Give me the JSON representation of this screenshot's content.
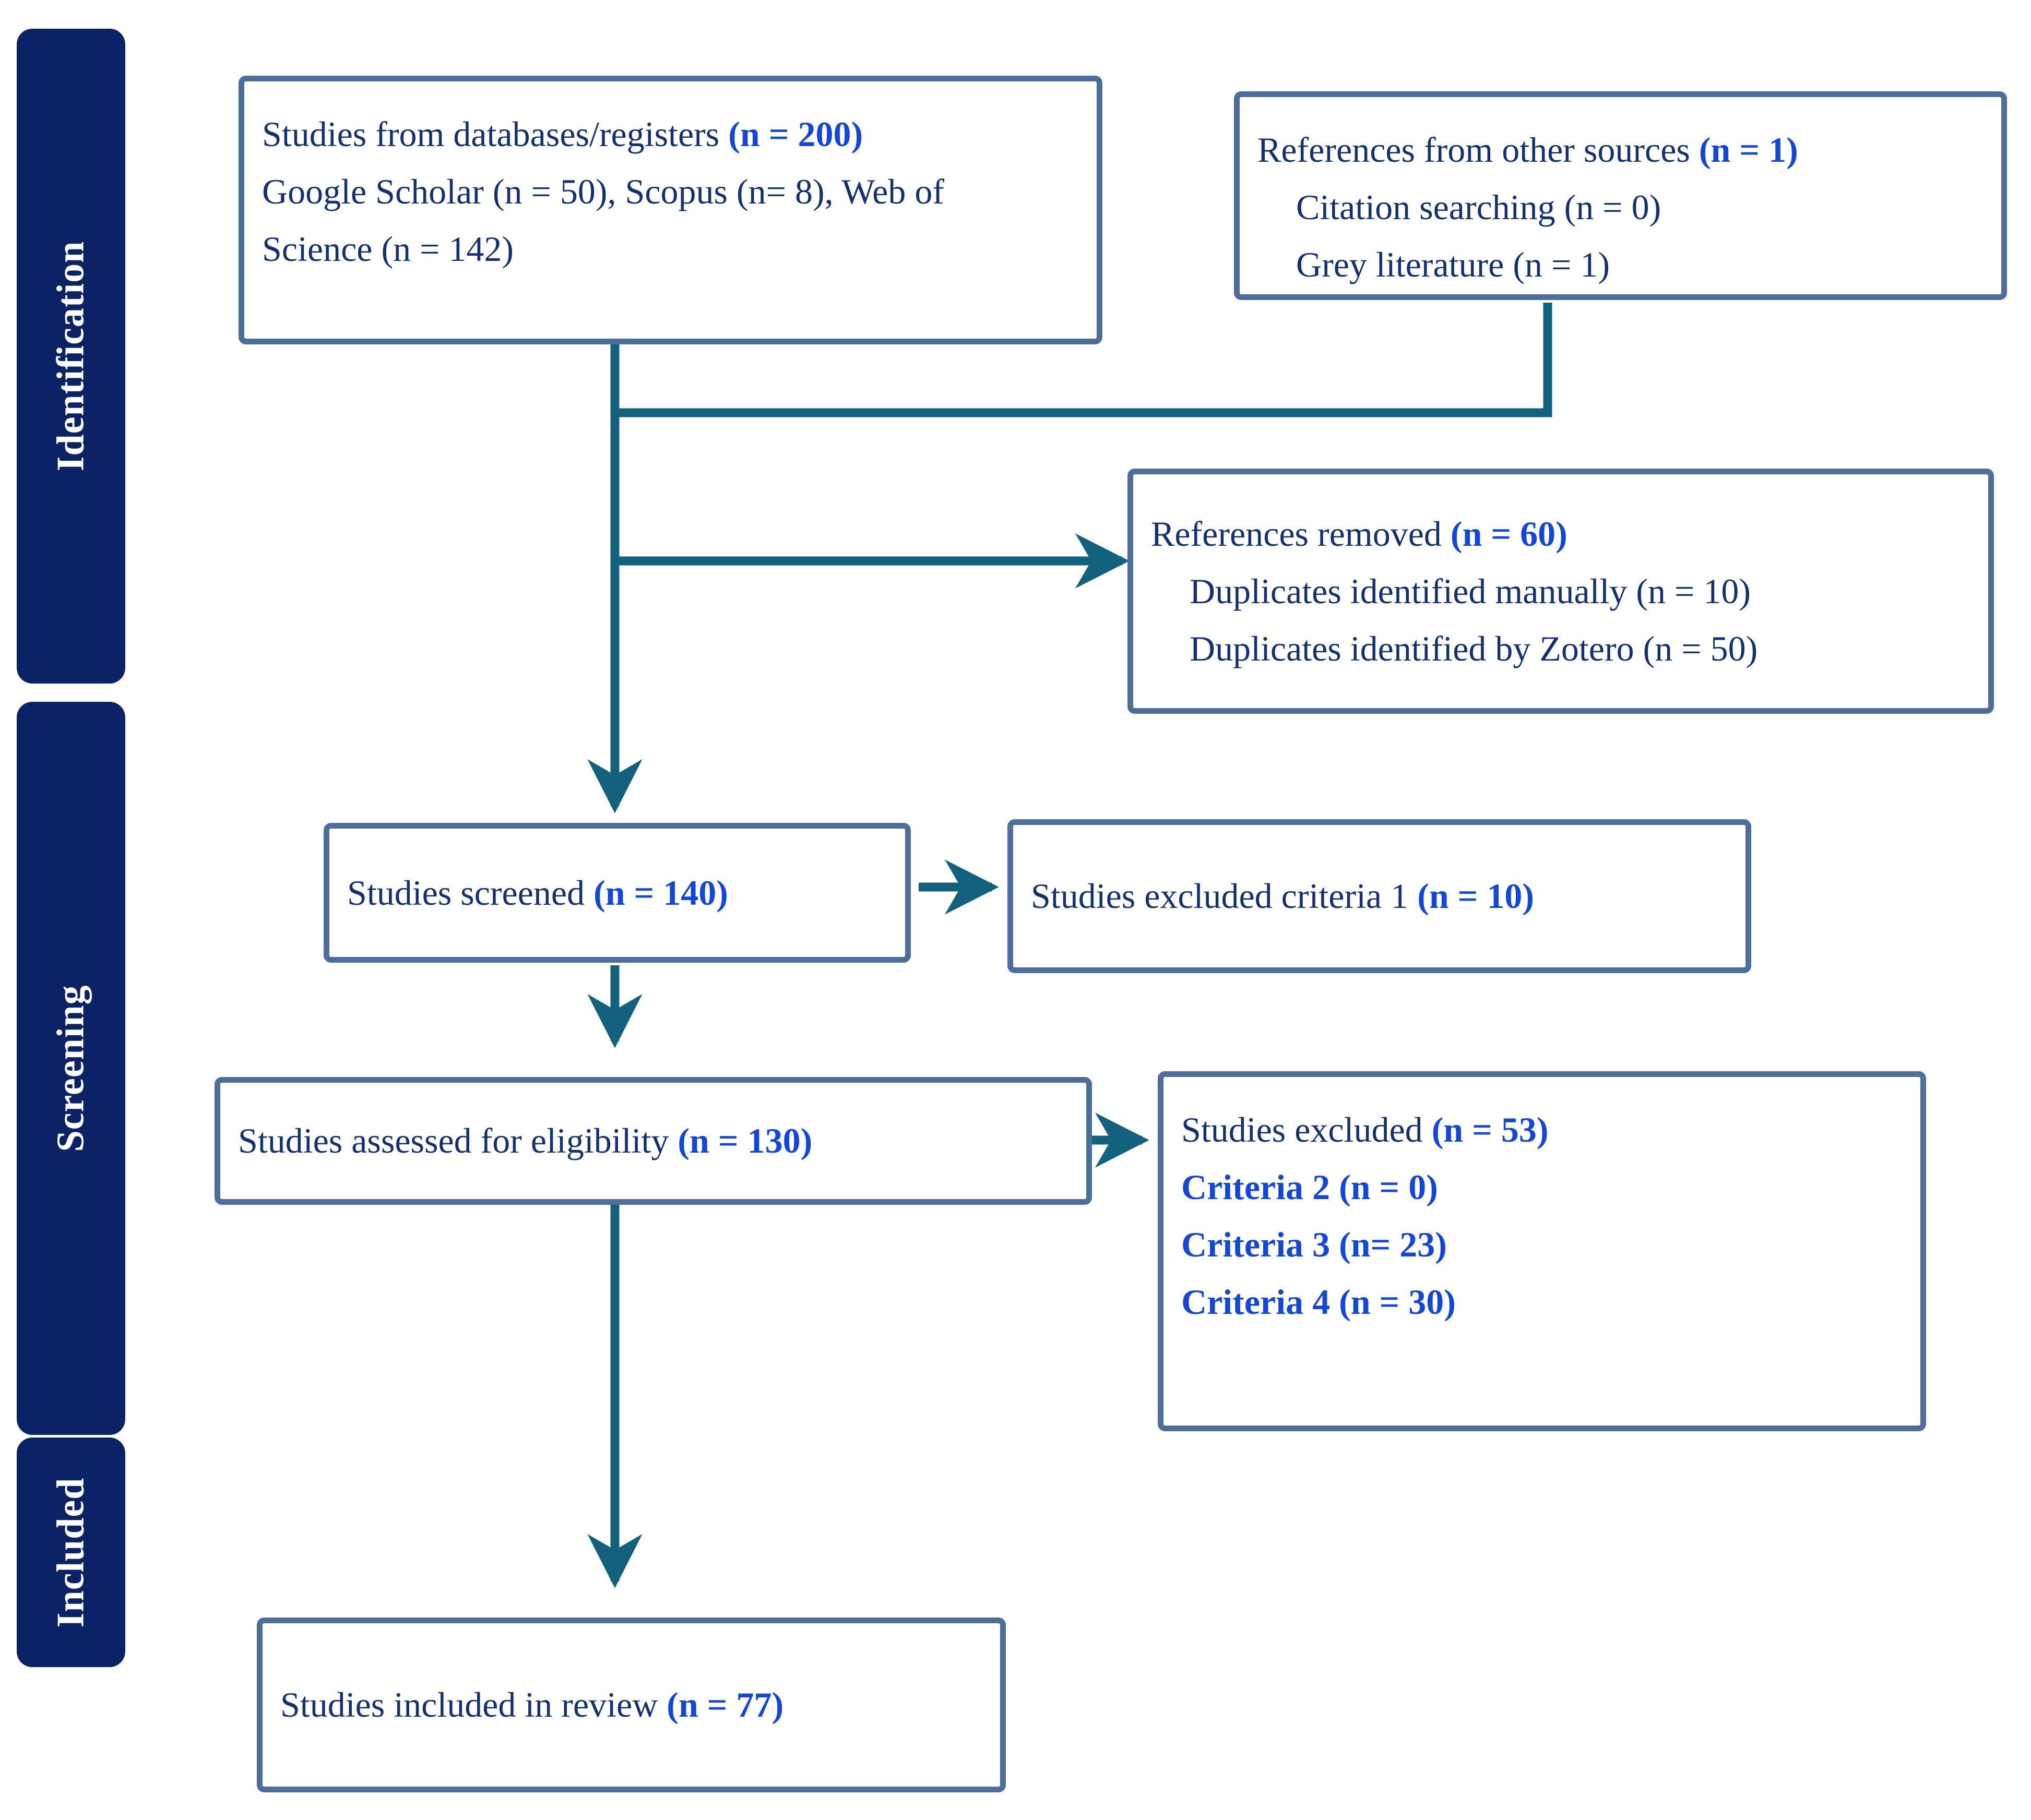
{
  "diagram": {
    "title": "PRISMA flow diagram",
    "colors": {
      "stage_bar": "#0b2265",
      "stage_label": "#ffffff",
      "box_border": "#4d6d9a",
      "box_fill": "#ffffff",
      "body_text": "#14306e",
      "count_text": "#1447d6",
      "connector": "#14617d",
      "page_background": "#ffffff"
    }
  },
  "stages": [
    {
      "id": "identification",
      "label": "Identification"
    },
    {
      "id": "screening",
      "label": "Screening"
    },
    {
      "id": "included",
      "label": "Included"
    }
  ],
  "boxes": {
    "databases": {
      "id": "studies-from-databases",
      "lines": [
        {
          "text": "Studies from databases/registers ",
          "count": "(n = 200)"
        },
        {
          "text": "Google Scholar (n = 50), Scopus (n= 8), Web of",
          "count": ""
        },
        {
          "text": "Science (n = 142)",
          "count": ""
        }
      ]
    },
    "other_sources": {
      "id": "references-other-sources",
      "lines": [
        {
          "text": "References from other sources ",
          "count": "(n = 1)"
        },
        {
          "text": "Citation searching (n = 0)",
          "count": ""
        },
        {
          "text": "Grey literature (n = 1)",
          "count": ""
        }
      ]
    },
    "removed": {
      "id": "references-removed",
      "lines": [
        {
          "text": "References removed ",
          "count": "(n = 60)"
        },
        {
          "text": "Duplicates identified manually (n = 10)",
          "count": ""
        },
        {
          "text": "Duplicates identified by Zotero (n = 50)",
          "count": ""
        }
      ]
    },
    "screened": {
      "id": "studies-screened",
      "lines": [
        {
          "text": "Studies screened ",
          "count": "(n = 140)"
        }
      ]
    },
    "excluded_c1": {
      "id": "studies-excluded-criteria-1",
      "lines": [
        {
          "text": "Studies excluded criteria 1 ",
          "count": "(n = 10)"
        }
      ]
    },
    "eligibility": {
      "id": "studies-assessed-eligibility",
      "lines": [
        {
          "text": "Studies  assessed  for  eligibility  ",
          "count": "(n = 130)"
        }
      ]
    },
    "excluded": {
      "id": "studies-excluded",
      "lines": [
        {
          "text": "Studies excluded ",
          "count": "(n = 53)"
        },
        {
          "text": "Criteria 2 (n = 0)",
          "count": ""
        },
        {
          "text": "Criteria 3 (n= 23)",
          "count": ""
        },
        {
          "text": "Criteria 4 (n = 30)",
          "count": ""
        }
      ]
    },
    "included": {
      "id": "studies-included-in-review",
      "lines": [
        {
          "text": "Studies included in review ",
          "count": "(n = 77)"
        }
      ]
    }
  },
  "chart_data": {
    "type": "diagram",
    "title": "PRISMA flow diagram",
    "nodes": [
      {
        "id": "databases",
        "stage": "Identification",
        "label": "Studies from databases/registers",
        "n": 200,
        "children": [
          {
            "label": "Google Scholar",
            "n": 50
          },
          {
            "label": "Scopus",
            "n": 8
          },
          {
            "label": "Web of Science",
            "n": 142
          }
        ]
      },
      {
        "id": "other_sources",
        "stage": "Identification",
        "label": "References from other sources",
        "n": 1,
        "children": [
          {
            "label": "Citation searching",
            "n": 0
          },
          {
            "label": "Grey literature",
            "n": 1
          }
        ]
      },
      {
        "id": "removed",
        "stage": "Identification",
        "label": "References removed",
        "n": 60,
        "children": [
          {
            "label": "Duplicates identified manually",
            "n": 10
          },
          {
            "label": "Duplicates identified by Zotero",
            "n": 50
          }
        ]
      },
      {
        "id": "screened",
        "stage": "Screening",
        "label": "Studies screened",
        "n": 140,
        "children": []
      },
      {
        "id": "excluded_c1",
        "stage": "Screening",
        "label": "Studies excluded criteria 1",
        "n": 10,
        "children": []
      },
      {
        "id": "eligibility",
        "stage": "Screening",
        "label": "Studies assessed for eligibility",
        "n": 130,
        "children": []
      },
      {
        "id": "excluded",
        "stage": "Screening",
        "label": "Studies excluded",
        "n": 53,
        "children": [
          {
            "label": "Criteria 2",
            "n": 0
          },
          {
            "label": "Criteria 3",
            "n": 23
          },
          {
            "label": "Criteria 4",
            "n": 30
          }
        ]
      },
      {
        "id": "included",
        "stage": "Included",
        "label": "Studies included in review",
        "n": 77,
        "children": []
      }
    ],
    "edges": [
      {
        "from": "databases",
        "to": "screened",
        "kind": "down"
      },
      {
        "from": "other_sources",
        "to": "screened",
        "kind": "merge"
      },
      {
        "from": "databases",
        "to": "removed",
        "kind": "right"
      },
      {
        "from": "screened",
        "to": "excluded_c1",
        "kind": "right"
      },
      {
        "from": "screened",
        "to": "eligibility",
        "kind": "down"
      },
      {
        "from": "eligibility",
        "to": "excluded",
        "kind": "right"
      },
      {
        "from": "eligibility",
        "to": "included",
        "kind": "down"
      }
    ]
  }
}
